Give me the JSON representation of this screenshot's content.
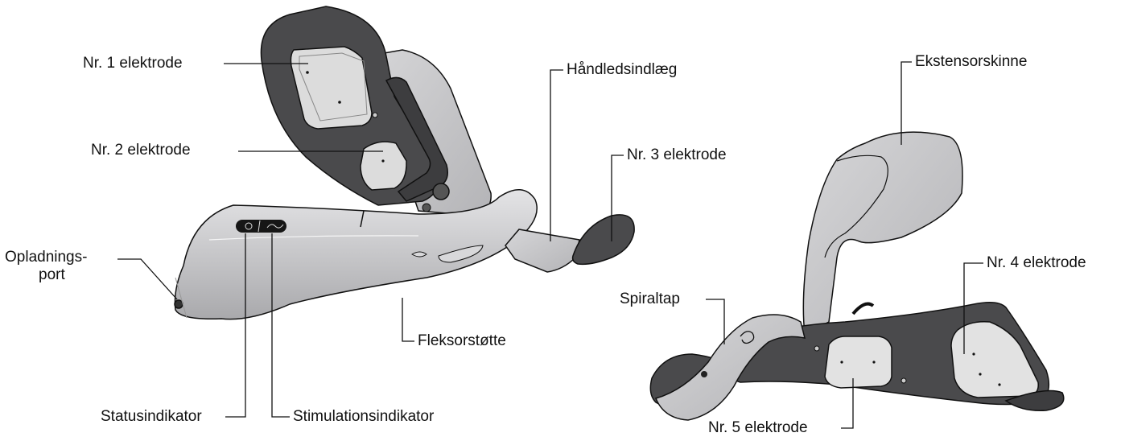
{
  "labels": {
    "electrode_1": "Nr. 1 elektrode",
    "electrode_2": "Nr. 2 elektrode",
    "electrode_3": "Nr. 3 elektrode",
    "electrode_4": "Nr. 4 elektrode",
    "electrode_5": "Nr. 5 elektrode",
    "wrist_insert": "Håndledsindlæg",
    "extensor_splint": "Ekstensorskinne",
    "charging_port_line1": "Opladnings-",
    "charging_port_line2": "port",
    "flexor_support": "Fleksorstøtte",
    "spiral_pin": "Spiraltap",
    "status_indicator": "Statusindikator",
    "stimulation_indicator": "Stimulationsindikator"
  },
  "colors": {
    "dark_part": "#4a4a4c",
    "light_part": "#c8c8ca",
    "pad": "#e2e2e2",
    "line": "#111111"
  }
}
